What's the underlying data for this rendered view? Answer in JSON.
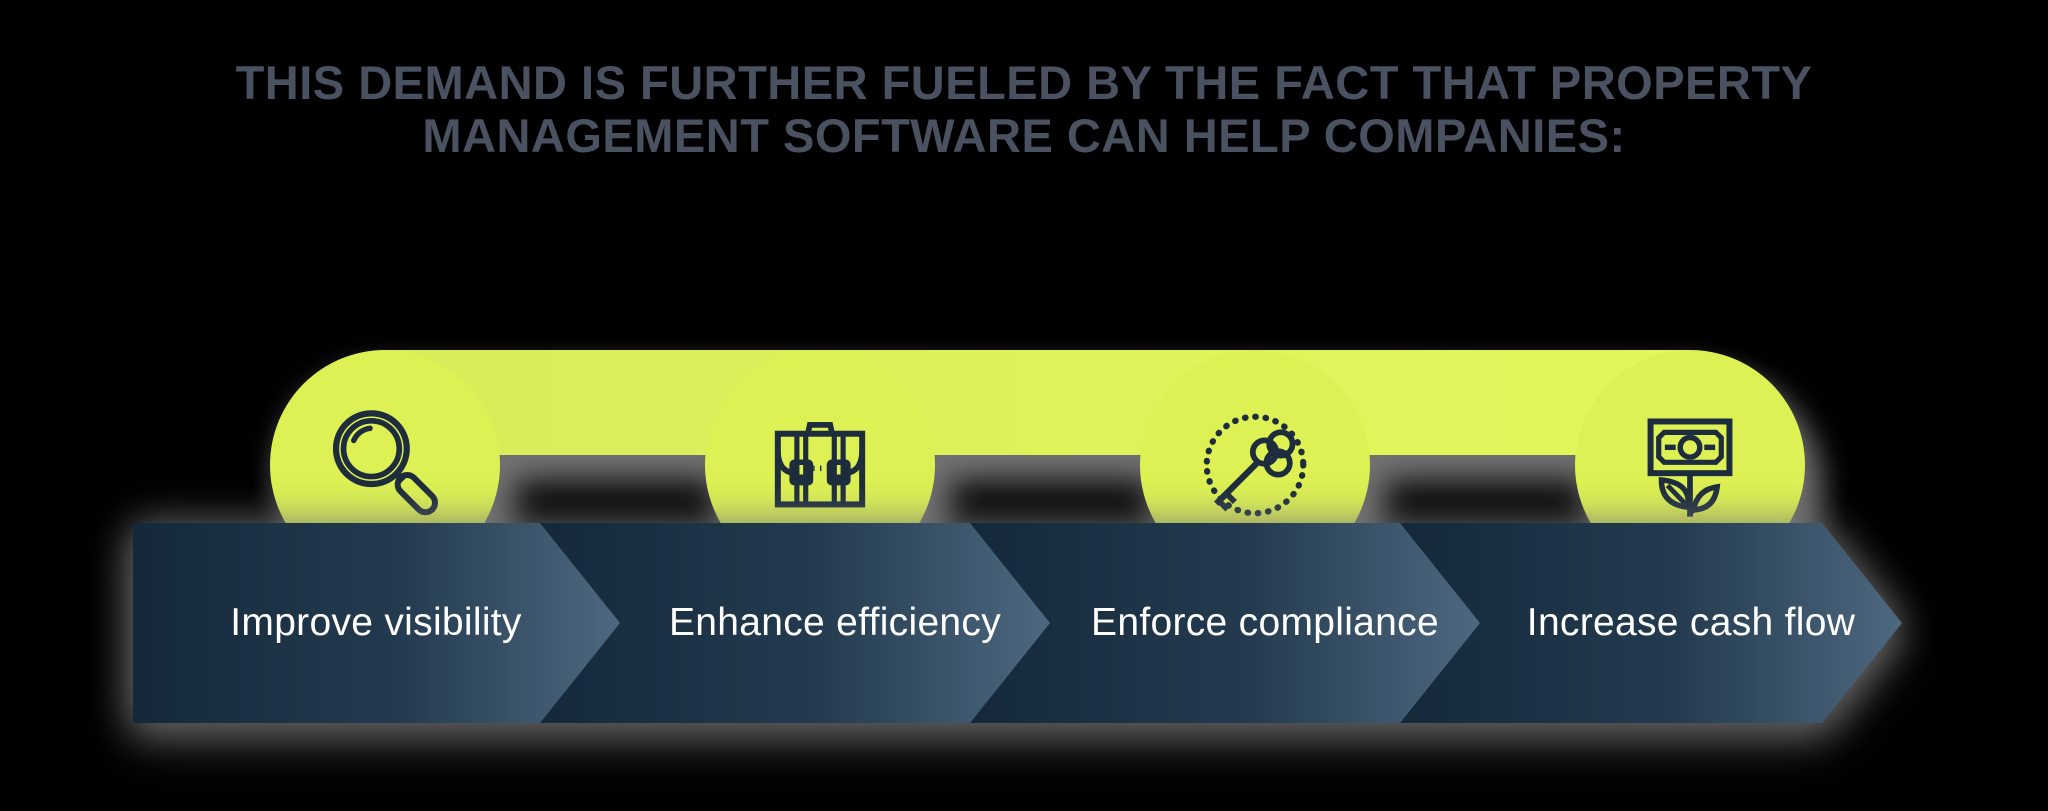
{
  "title": "THIS DEMAND IS FURTHER FUELED BY THE FACT THAT PROPERTY MANAGEMENT SOFTWARE CAN HELP COMPANIES:",
  "steps": [
    {
      "label": "Improve visibility",
      "icon": "magnifier-icon"
    },
    {
      "label": "Enhance efficiency",
      "icon": "briefcase-icon"
    },
    {
      "label": "Enforce compliance",
      "icon": "key-icon"
    },
    {
      "label": "Increase cash flow",
      "icon": "money-plant-icon"
    }
  ],
  "colors": {
    "accent_yellow": "#ddf154",
    "band_dark": "#14283a",
    "band_light": "#4d6880",
    "icon_stroke": "#1e2d3d",
    "title_text": "#4a5160",
    "label_text": "#ffffff"
  }
}
